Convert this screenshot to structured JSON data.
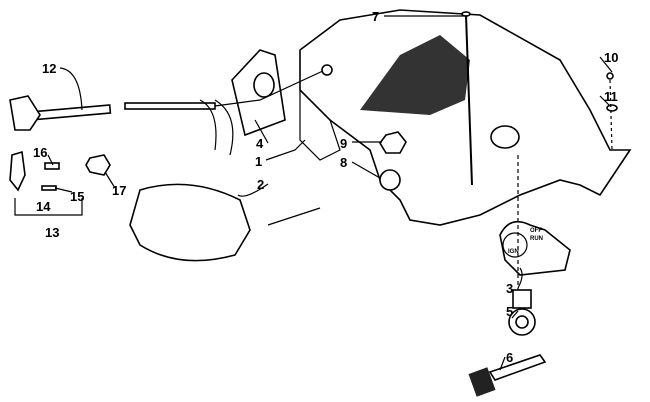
{
  "diagram": {
    "callouts": [
      {
        "id": "12",
        "text": "12"
      },
      {
        "id": "4",
        "text": "4"
      },
      {
        "id": "1",
        "text": "1"
      },
      {
        "id": "2",
        "text": "2"
      },
      {
        "id": "16",
        "text": "16"
      },
      {
        "id": "17",
        "text": "17"
      },
      {
        "id": "14",
        "text": "14"
      },
      {
        "id": "15",
        "text": "15"
      },
      {
        "id": "13",
        "text": "13"
      },
      {
        "id": "7",
        "text": "7"
      },
      {
        "id": "9",
        "text": "9"
      },
      {
        "id": "8",
        "text": "8"
      },
      {
        "id": "10",
        "text": "10"
      },
      {
        "id": "11",
        "text": "11"
      },
      {
        "id": "3",
        "text": "3"
      },
      {
        "id": "5",
        "text": "5"
      },
      {
        "id": "6",
        "text": "6"
      }
    ],
    "plate_text": {
      "off": "OFF",
      "run": "RUN",
      "ign": "IGN"
    }
  }
}
